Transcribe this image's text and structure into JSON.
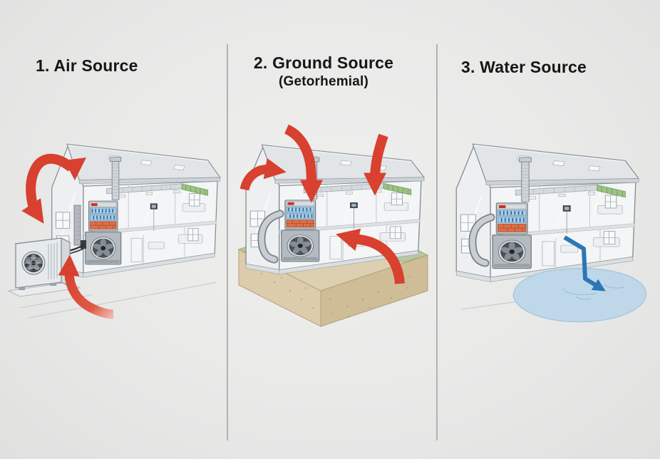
{
  "page": {
    "background": "#e9e9e8",
    "divider_color": "#a8a8a8",
    "title_color": "#161616"
  },
  "panels": [
    {
      "title": "1. Air Source"
    },
    {
      "title": "2. Ground Source",
      "subtitle": "(Getorhemial)"
    },
    {
      "title": "3. Water Source"
    }
  ],
  "colors": {
    "arrow_red": "#d8402f",
    "arrow_red_fade": "#f1b0a4",
    "arrow_blue": "#2e76b4",
    "pond": "#bed8e9",
    "grass": "#b7c8a2",
    "soil_top": "#ddd0b0",
    "soil_front": "#dcccab",
    "soil_side": "#cfbd97",
    "coil": "#a5cfe6",
    "burner": "#db6f46",
    "unit_label": "#c93327"
  }
}
